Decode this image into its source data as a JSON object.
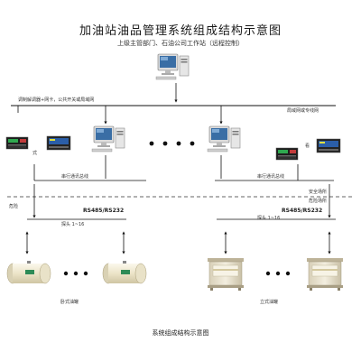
{
  "title": "加油站油品管理系统组成结构示意图",
  "subtitle": "上级主管部门、石油公司工作站（远程控制）",
  "labels": {
    "network_left": "调制解调器+网卡，公共开关或局域网",
    "network_right": "局域网或专线网",
    "station_left_tag": "式",
    "station_right_tag": "看",
    "serial_left": "串行通讯总线",
    "serial_right": "串行通讯总线",
    "safe_zone": "安全场所",
    "hazard_zone_right": "危险场所",
    "hazard_zone_left": "危险",
    "rs_left": "RS485/RS232",
    "rs_right": "RS485/RS232",
    "probe_left": "探头 1~16",
    "probe_right": "探头 1~16",
    "tank_left_label": "卧式油罐",
    "tank_right_label": "立式油罐"
  },
  "caption": "系统组成结构示意图",
  "colors": {
    "line": "#111111",
    "dashed": "#333333",
    "monitor": "#3a6ea5",
    "tank_body": "#f1ecd6",
    "tank_band": "#2e8b57",
    "vtank_shell": "#e9e3d1"
  }
}
